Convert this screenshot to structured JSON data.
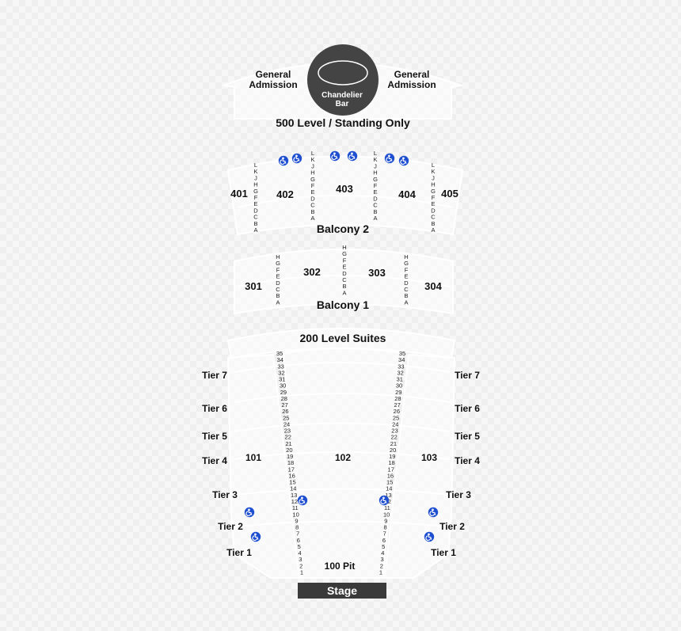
{
  "upper": {
    "general_admission_left": [
      "General",
      "Admission"
    ],
    "general_admission_right": [
      "General",
      "Admission"
    ],
    "chandelier_bar": [
      "Chandelier",
      "Bar"
    ],
    "level_500": "500 Level / Standing Only"
  },
  "balcony2": {
    "title": "Balcony 2",
    "sections": [
      "401",
      "402",
      "403",
      "404",
      "405"
    ],
    "row_letters": [
      "L",
      "K",
      "J",
      "H",
      "G",
      "F",
      "E",
      "D",
      "C",
      "B",
      "A"
    ]
  },
  "balcony1": {
    "title": "Balcony 1",
    "sections": [
      "301",
      "302",
      "303",
      "304"
    ],
    "row_letters": [
      "H",
      "G",
      "F",
      "E",
      "D",
      "C",
      "B",
      "A"
    ]
  },
  "suites": {
    "title": "200 Level Suites"
  },
  "orchestra": {
    "sections": [
      "101",
      "102",
      "103"
    ],
    "tiers_left": [
      "Tier 7",
      "Tier 6",
      "Tier 5",
      "Tier 4",
      "Tier 3",
      "Tier 2",
      "Tier 1"
    ],
    "tiers_right": [
      "Tier 7",
      "Tier 6",
      "Tier 5",
      "Tier 4",
      "Tier 3",
      "Tier 2",
      "Tier 1"
    ],
    "row_numbers": [
      "35",
      "34",
      "33",
      "32",
      "31",
      "30",
      "29",
      "28",
      "27",
      "26",
      "25",
      "24",
      "23",
      "22",
      "21",
      "20",
      "19",
      "18",
      "17",
      "16",
      "15",
      "14",
      "13",
      "12",
      "11",
      "10",
      "9",
      "8",
      "7",
      "6",
      "5",
      "4",
      "3",
      "2",
      "1"
    ],
    "pit": "100 Pit"
  },
  "stage": "Stage",
  "icon": "wheelchair-accessible-icon",
  "colors": {
    "stage": "#3a3a3a",
    "chandelier": "#444444",
    "accessible": "#1f4fd1",
    "text": "#111111"
  }
}
